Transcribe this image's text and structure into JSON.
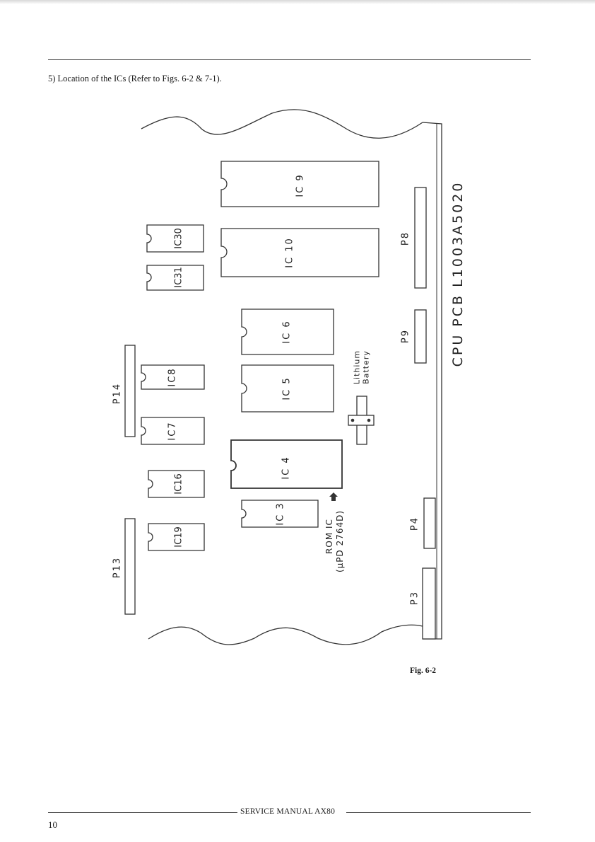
{
  "header": {
    "caption": "5) Location of the ICs (Refer to Figs. 6-2 & 7-1)."
  },
  "figure": {
    "board_label": "CPU  PCB  L1003A5020",
    "chips": {
      "ic9": "IC 9",
      "ic10": "IC 10",
      "ic30": "IC30",
      "ic31": "IC31",
      "ic6": "IC 6",
      "ic5": "IC 5",
      "ic8": "IC8",
      "ic7": "IC7",
      "ic4": "IC 4",
      "ic16": "IC16",
      "ic3": "IC 3",
      "ic19": "IC19"
    },
    "connectors": {
      "p8": "P8",
      "p9": "P9",
      "p14": "P14",
      "p13": "P13",
      "p4": "P4",
      "p3": "P3"
    },
    "battery": {
      "line1": "Lithium",
      "line2": "Battery"
    },
    "rom": {
      "line1": "ROM IC",
      "line2": "(µPD 2764D)"
    },
    "figure_label": "Fig. 6-2"
  },
  "footer": {
    "title": "SERVICE MANUAL AX80",
    "page_number": "10"
  }
}
